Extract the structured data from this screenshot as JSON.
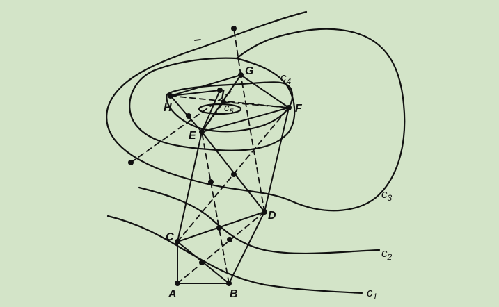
{
  "figure": {
    "background": "#d3e4c8",
    "ink": "#111111",
    "points": {
      "A": "A",
      "B": "B",
      "C": "C",
      "D": "D",
      "E": "E",
      "F": "F",
      "G": "G",
      "H": "H",
      "I": "I"
    },
    "contours": {
      "c1": {
        "base": "c",
        "sub": "1"
      },
      "c2": {
        "base": "c",
        "sub": "2"
      },
      "c3": {
        "base": "c",
        "sub": "3"
      },
      "c4": {
        "base": "c",
        "sub": "4"
      },
      "c5": {
        "base": "c",
        "sub": "5"
      }
    }
  }
}
